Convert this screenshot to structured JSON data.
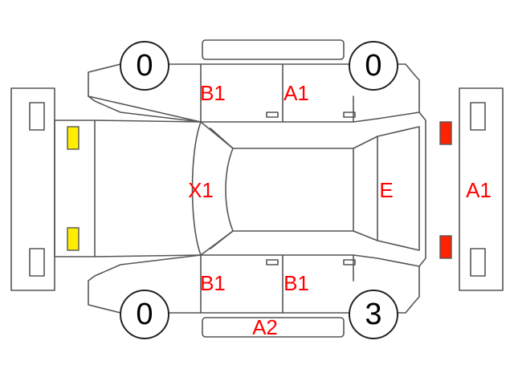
{
  "colors": {
    "line": "#555555",
    "code": "#ff0000",
    "front_lamp": "#ffee00",
    "rear_lamp": "#ff2200"
  },
  "wheels": {
    "front_left": "0",
    "front_right": "0",
    "rear_left": "0",
    "rear_right": "3"
  },
  "damage_codes": {
    "front_left_door": "B1",
    "rear_left_door": "A1",
    "front_right_door": "B1",
    "rear_right_door": "B1",
    "right_sill": "A2",
    "windshield": "X1",
    "rear_window": "E",
    "rear_bumper": "A1"
  }
}
